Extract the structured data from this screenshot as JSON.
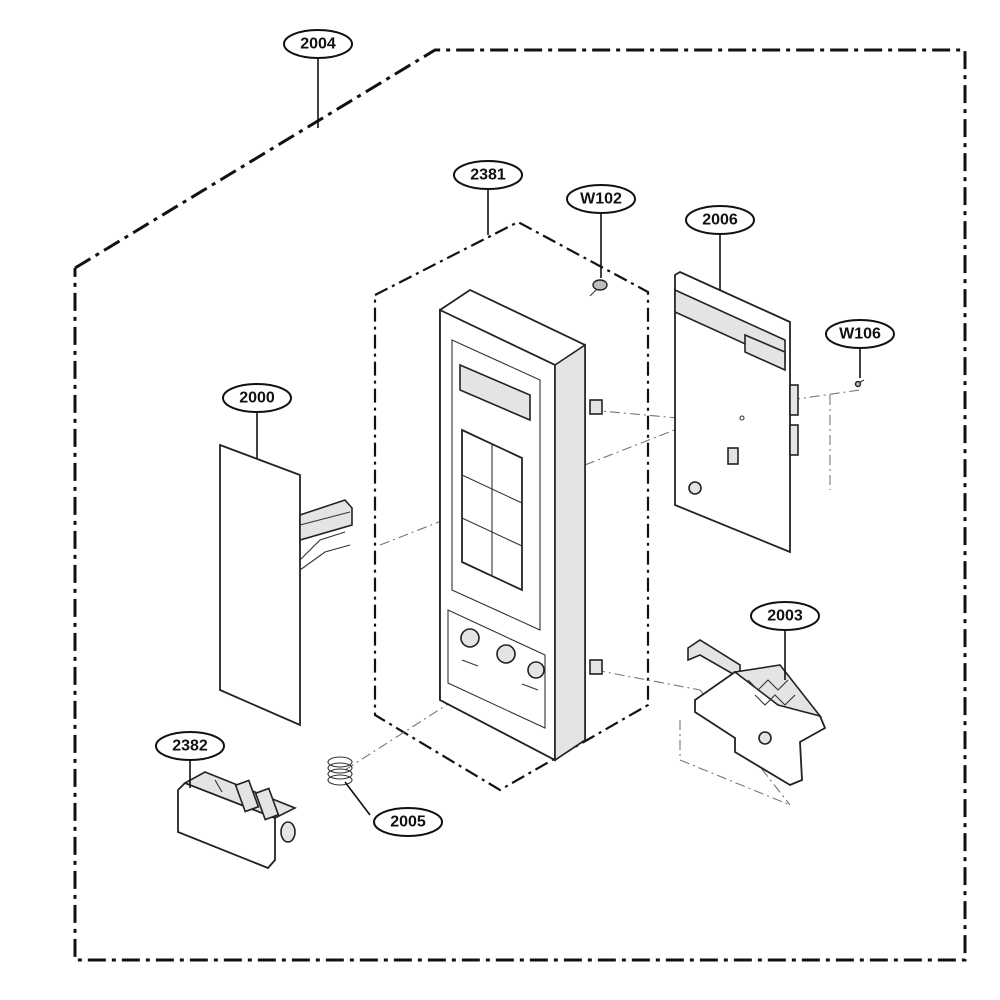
{
  "diagram": {
    "callouts": {
      "c2004": "2004",
      "c2381": "2381",
      "cW102": "W102",
      "c2006": "2006",
      "cW106": "W106",
      "c2000": "2000",
      "c2003": "2003",
      "c2382": "2382",
      "c2005": "2005"
    }
  }
}
